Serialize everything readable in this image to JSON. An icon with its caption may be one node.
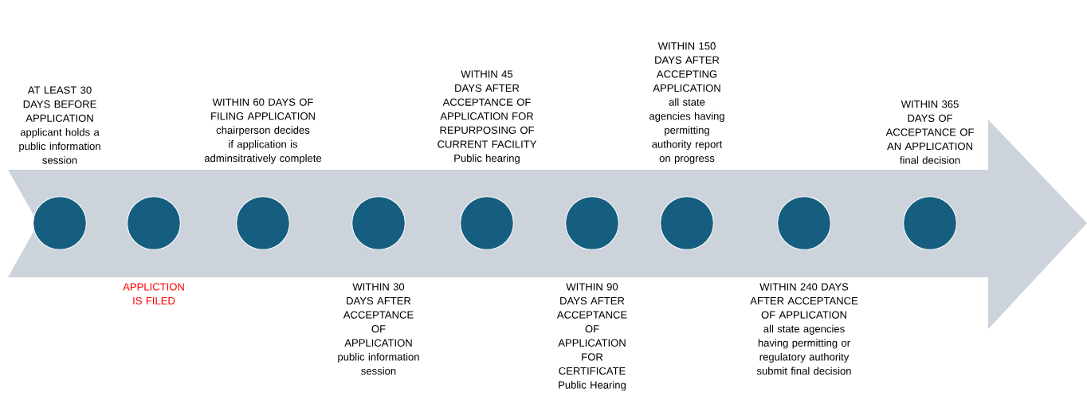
{
  "diagram": {
    "nodes": [
      {
        "text": [],
        "shape": "circle",
        "beside": [
          "AT LEAST 30 DAYS BEFORE APPLICATION",
          "applicant holds a public information session"
        ]
      },
      {
        "text": [],
        "shape": "circle",
        "beside": [
          "APPLICTION IS FILED"
        ]
      },
      {
        "text": [],
        "shape": "circle",
        "beside": [
          "WITHIN 60 DAYS OF FILING APPLICATION",
          "chairperson decides if application is adminsitratively complete"
        ]
      },
      {
        "text": [],
        "shape": "circle",
        "beside": [
          "WITHIN 30 DAYS AFTER ACCEPTANCE OF APPLICATION",
          "public information session"
        ]
      },
      {
        "text": [],
        "shape": "circle",
        "beside": [
          "WITHIN 45 DAYS AFTER ACCEPTANCE OF APPLICATION FOR REPURPOSING OF CURRENT FACILITY",
          "Public hearing"
        ]
      },
      {
        "text": [],
        "shape": "circle",
        "beside": [
          "WITHIN 90 DAYS AFTER ACCEPTANCE OF APPLICATION FOR CERTIFICATE",
          "Public Hearing"
        ]
      },
      {
        "text": [],
        "shape": "circle",
        "beside": [
          "WITHIN 150 DAYS AFTER ACCEPTING APPLICATION",
          "all state agencies having permitting authority report on progress"
        ]
      },
      {
        "text": [],
        "shape": "circle",
        "beside": [
          "WITHIN 240 DAYS AFTER ACCEPTANCE OF APPLICATION",
          "all state agencies having permitting or regulatory authority submit final decision"
        ]
      },
      {
        "text": [],
        "shape": "circle",
        "beside": [
          "WITHIN 365 DAYS OF ACCEPTANCE OF AN APPLICATION",
          "final decision"
        ]
      }
    ]
  }
}
